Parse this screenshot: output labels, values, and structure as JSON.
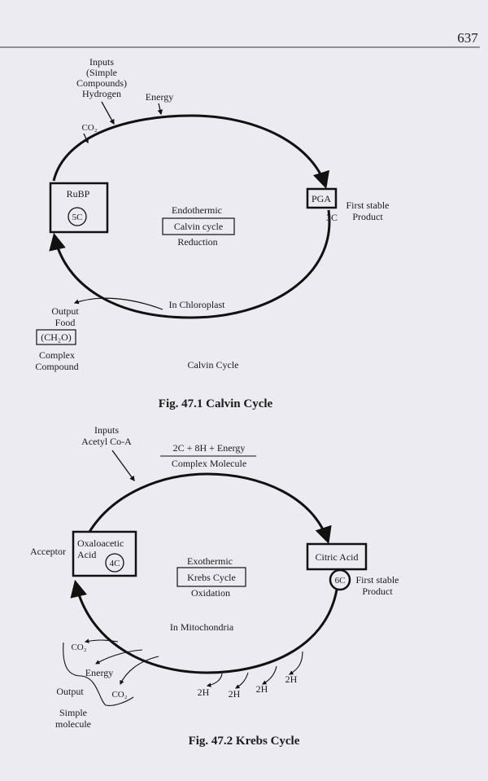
{
  "page": {
    "number": "637"
  },
  "calvin": {
    "inputs": [
      "Inputs",
      "(Simple",
      "Compounds)",
      "Hydrogen"
    ],
    "energy": "Energy",
    "co2": "CO₂",
    "rubp": "RuBP",
    "rubp_carbons": "5C",
    "endothermic": "Endothermic",
    "cycle_name": "Calvin cycle",
    "reduction": "Reduction",
    "pga": "PGA",
    "pga_carbons": "3C",
    "first_stable": [
      "First stable",
      "Product"
    ],
    "location": "In Chloroplast",
    "output": [
      "Output",
      "Food"
    ],
    "output_formula": "(CH₂O)",
    "output_type": [
      "Complex",
      "Compound"
    ],
    "label": "Calvin Cycle",
    "caption": "Fig. 47.1 Calvin Cycle"
  },
  "krebs": {
    "inputs": [
      "Inputs",
      "Acetyl Co-A"
    ],
    "equation_top": "2C + 8H + Energy",
    "equation_bottom": "Complex Molecule",
    "acceptor": "Acceptor",
    "oaa": [
      "Oxaloacetic",
      "Acid"
    ],
    "oaa_carbons": "4C",
    "exothermic": "Exothermic",
    "cycle_name": "Krebs Cycle",
    "oxidation": "Oxidation",
    "citric": "Citric Acid",
    "citric_carbons": "6C",
    "first_stable": [
      "First stable",
      "Product"
    ],
    "location": "In Mitochondria",
    "co2_1": "CO₂",
    "energy": "Energy",
    "output": "Output",
    "co2_2": "CO₂",
    "simple_molecule": [
      "Simple",
      "molecule"
    ],
    "hydrogen": [
      "2H",
      "2H",
      "2H",
      "2H"
    ],
    "caption": "Fig. 47.2 Krebs Cycle"
  }
}
